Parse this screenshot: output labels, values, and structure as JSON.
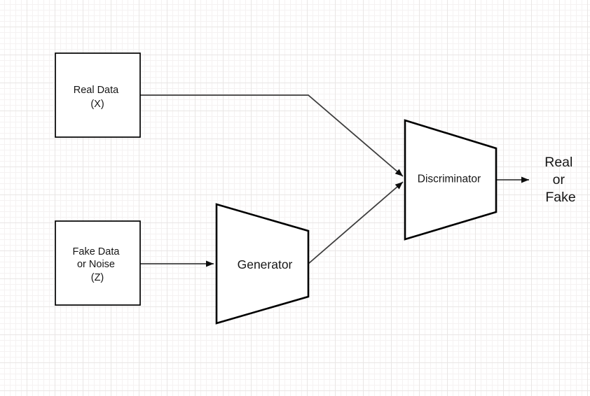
{
  "nodes": {
    "real_data": {
      "lines": [
        "Real Data",
        "(X)"
      ]
    },
    "fake_data": {
      "lines": [
        "Fake Data",
        "or Noise",
        "(Z)"
      ]
    },
    "generator": {
      "label": "Generator"
    },
    "discriminator": {
      "label": "Discriminator"
    },
    "output": {
      "lines": [
        "Real",
        "or",
        "Fake"
      ]
    }
  },
  "edges": [
    {
      "from": "real_data",
      "to": "discriminator",
      "arrow": true
    },
    {
      "from": "fake_data",
      "to": "generator",
      "arrow": true
    },
    {
      "from": "generator",
      "to": "discriminator",
      "arrow": true
    },
    {
      "from": "discriminator",
      "to": "output",
      "arrow": true
    }
  ],
  "colors": {
    "canvas_bg": "#ffffff",
    "grid_minor": "#f5f2f2",
    "grid_major": "#e9e6e5",
    "shape_fill": "#ffffff",
    "shape_stroke": "#000000",
    "connector": "#3d3d3d",
    "arrowhead": "#0d0d0d",
    "text": "#161616"
  }
}
